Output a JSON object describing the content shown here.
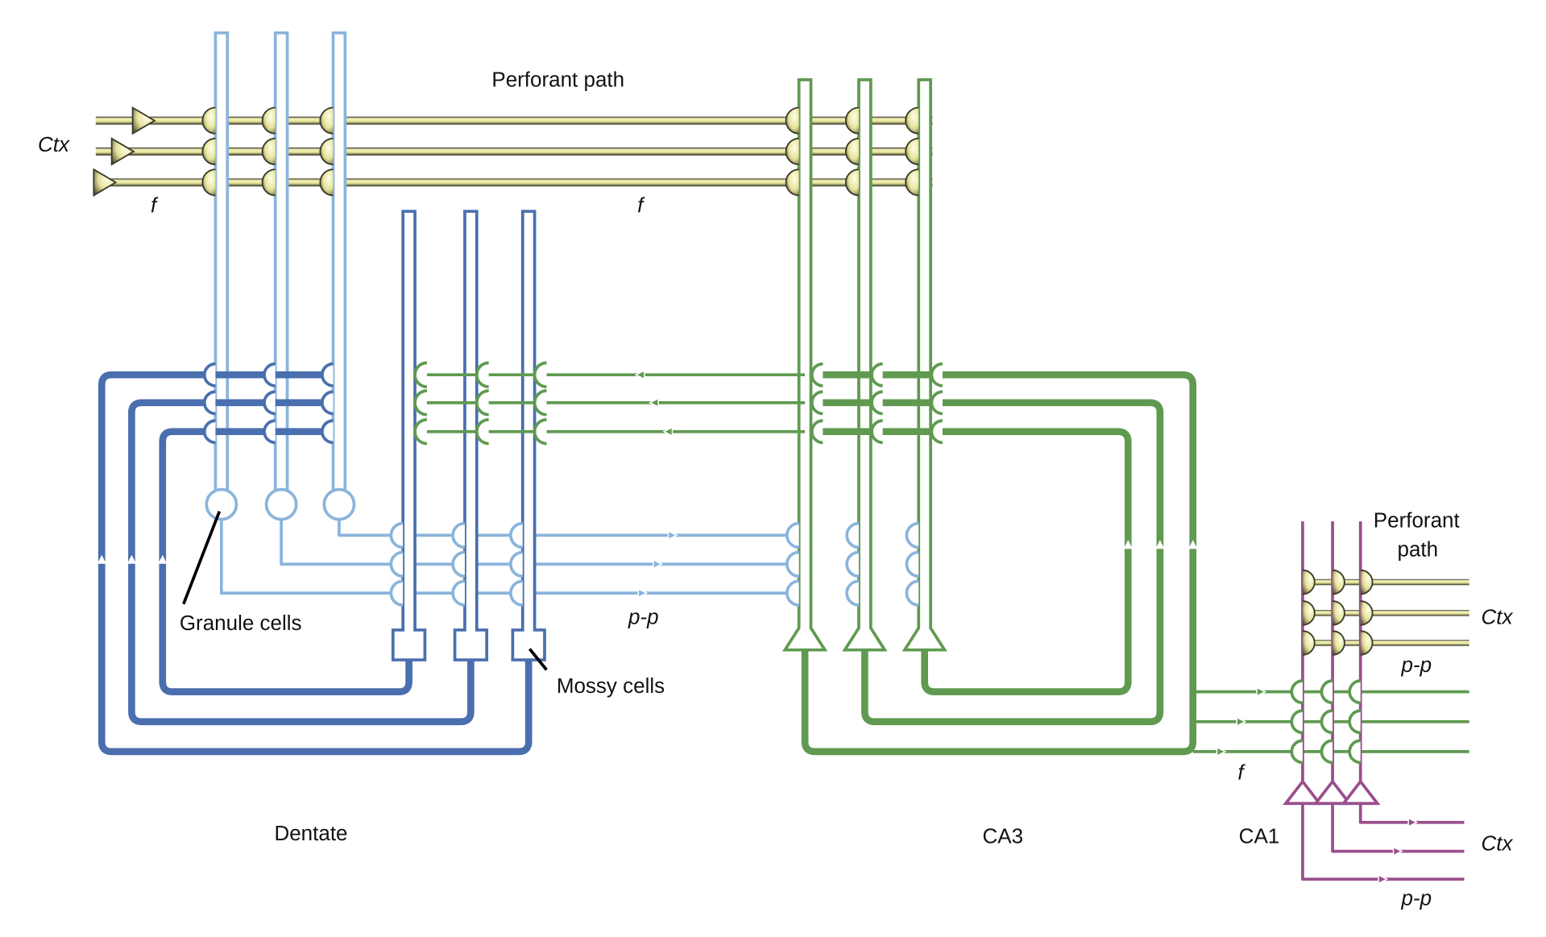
{
  "title": "Hippocampal trisynaptic circuit",
  "labels": {
    "perforant_path_top": "Perforant path",
    "ctx_left": "Ctx",
    "f_left": "f",
    "f_mid": "f",
    "granule_cells": "Granule cells",
    "mossy_cells": "Mossy cells",
    "pp_mid": "p-p",
    "dentate": "Dentate",
    "ca3": "CA3",
    "ca1": "CA1",
    "perforant_path_right_1": "Perforant",
    "perforant_path_right_2": "path",
    "ctx_right_top": "Ctx",
    "pp_right_top": "p-p",
    "f_right": "f",
    "ctx_right_bottom": "Ctx",
    "pp_right_bottom": "p-p"
  },
  "colors": {
    "perforant": "#e8e6a0",
    "perforant_edge": "#3a3a2a",
    "granule": "#8ab4dc",
    "mossy": "#4a6fae",
    "ca3": "#5f9a50",
    "ca1": "#9a4f8c",
    "text": "#111111"
  },
  "regions": [
    "Dentate",
    "CA3",
    "CA1"
  ]
}
